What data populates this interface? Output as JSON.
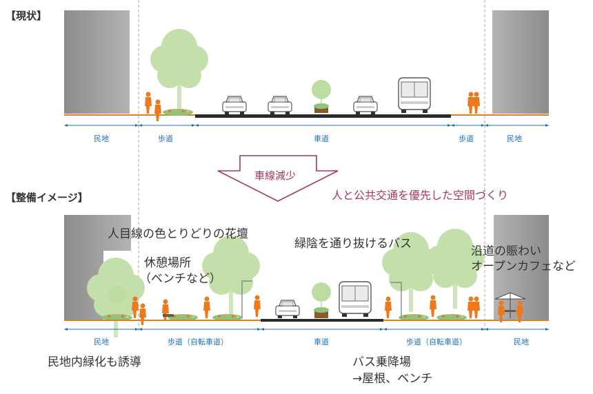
{
  "header_current": "【現状】",
  "header_plan": "【整備イメージ】",
  "zones_current": [
    "民地",
    "歩道",
    "車道",
    "歩道",
    "民地"
  ],
  "zones_plan": [
    "民地",
    "歩道（自転車道）",
    "車道",
    "歩道（自転車道）",
    "民地"
  ],
  "arrow_label": "車線減少",
  "slogan": "人と公共交通を優先した空間づくり",
  "annotations": {
    "flowerbed": "人目線の色とりどりの花壇",
    "rest_line1": "休憩場所",
    "rest_line2": "（ベンチなど）",
    "bus_green": "緑陰を通り抜けるバス",
    "roadside_line1": "沿道の賑わい",
    "roadside_line2": "オープンカフェなど",
    "private_green": "民地内緑化も誘導",
    "bus_stop_line1": "バス乗降場",
    "bus_stop_line2": "→屋根、ベンチ"
  },
  "colors": {
    "building": "#9b9b9b",
    "tree": "#b9dca0",
    "person": "#ec7a1c",
    "ground": "#d9822b",
    "road": "#2b2b2b",
    "zone_text": "#1f6fb6",
    "accent": "#a2355f"
  }
}
